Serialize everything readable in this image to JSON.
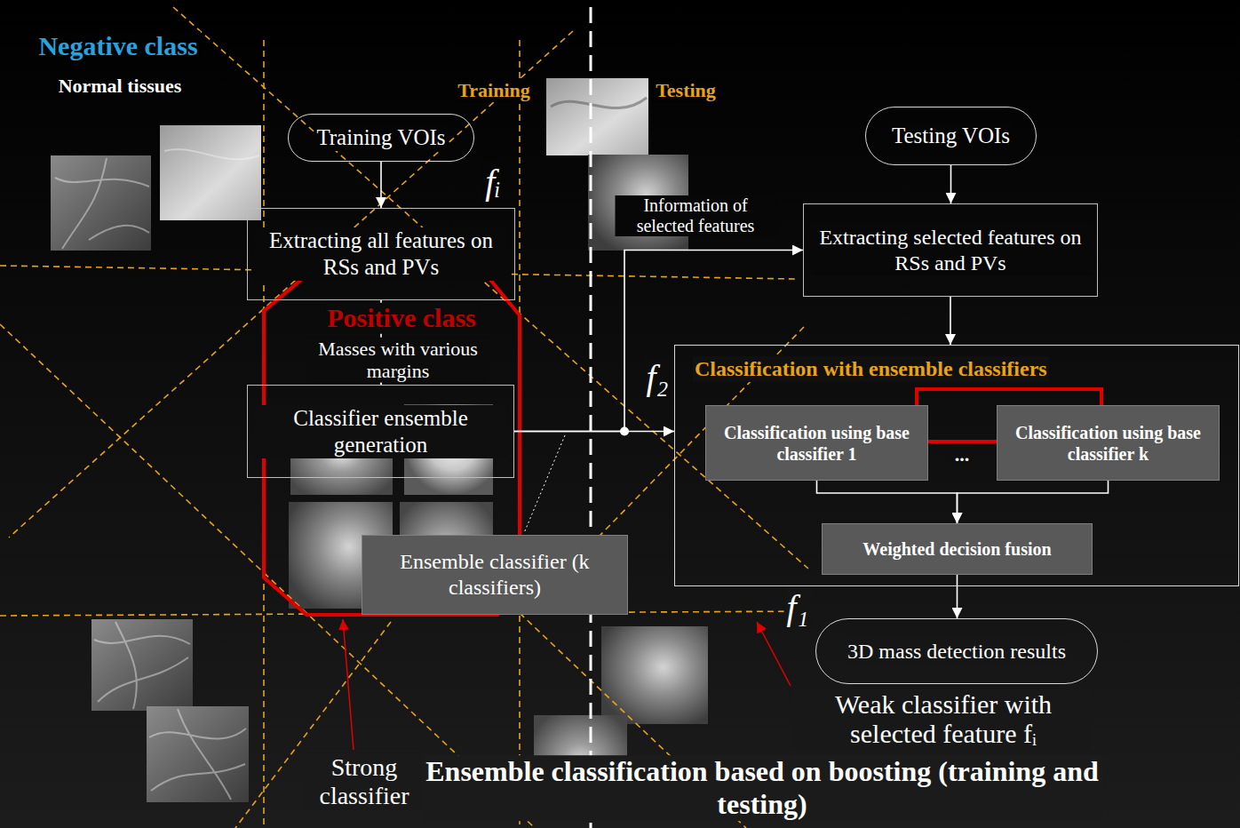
{
  "diagram": {
    "caption": "Ensemble classification based on boosting (training and testing)",
    "nodes": [
      {
        "text": [
          "Training VOIs"
        ]
      },
      {
        "text": [
          "Extracting all features on RSs and PVs"
        ]
      },
      {
        "text": [
          "Classifier ensemble generation"
        ]
      },
      {
        "text": [
          "Ensemble classifier (k classifiers)"
        ]
      },
      {
        "text": [
          "Testing VOIs"
        ]
      },
      {
        "text": [
          "Extracting selected features on RSs and PVs"
        ]
      },
      {
        "text": [
          "Classification with ensemble classifiers"
        ]
      },
      {
        "text": [
          "Classification using base classifier 1"
        ],
        "in": 6
      },
      {
        "text": [
          "Classification using base classifier k"
        ],
        "in": 6
      },
      {
        "text": [
          "Weighted decision fusion"
        ],
        "in": 6
      },
      {
        "text": [
          "3D mass detection results"
        ]
      }
    ],
    "edges": [
      {
        "from": 0,
        "to": 1,
        "arrow": "to"
      },
      {
        "from": 1,
        "to": 2,
        "arrow": "to"
      },
      {
        "from": 2,
        "to": 6,
        "arrow": "to"
      },
      {
        "from": 2,
        "to": 5,
        "label": "Information of selected features",
        "arrow": "to"
      },
      {
        "from": 4,
        "to": 5,
        "arrow": "to"
      },
      {
        "from": 5,
        "to": 6,
        "arrow": "to"
      },
      {
        "from": 7,
        "to": 9,
        "arrow": "to"
      },
      {
        "from": 8,
        "to": 9,
        "arrow": "to"
      },
      {
        "from": 9,
        "to": 10,
        "arrow": "to"
      }
    ],
    "labels": [
      "Negative class",
      "Normal tissues",
      "Training",
      "Testing",
      "fᵢ",
      "Positive class",
      "Masses with various margins",
      "f₂",
      "...",
      "f₁",
      "Weak classifier with selected feature fᵢ",
      "Strong classifier"
    ]
  }
}
